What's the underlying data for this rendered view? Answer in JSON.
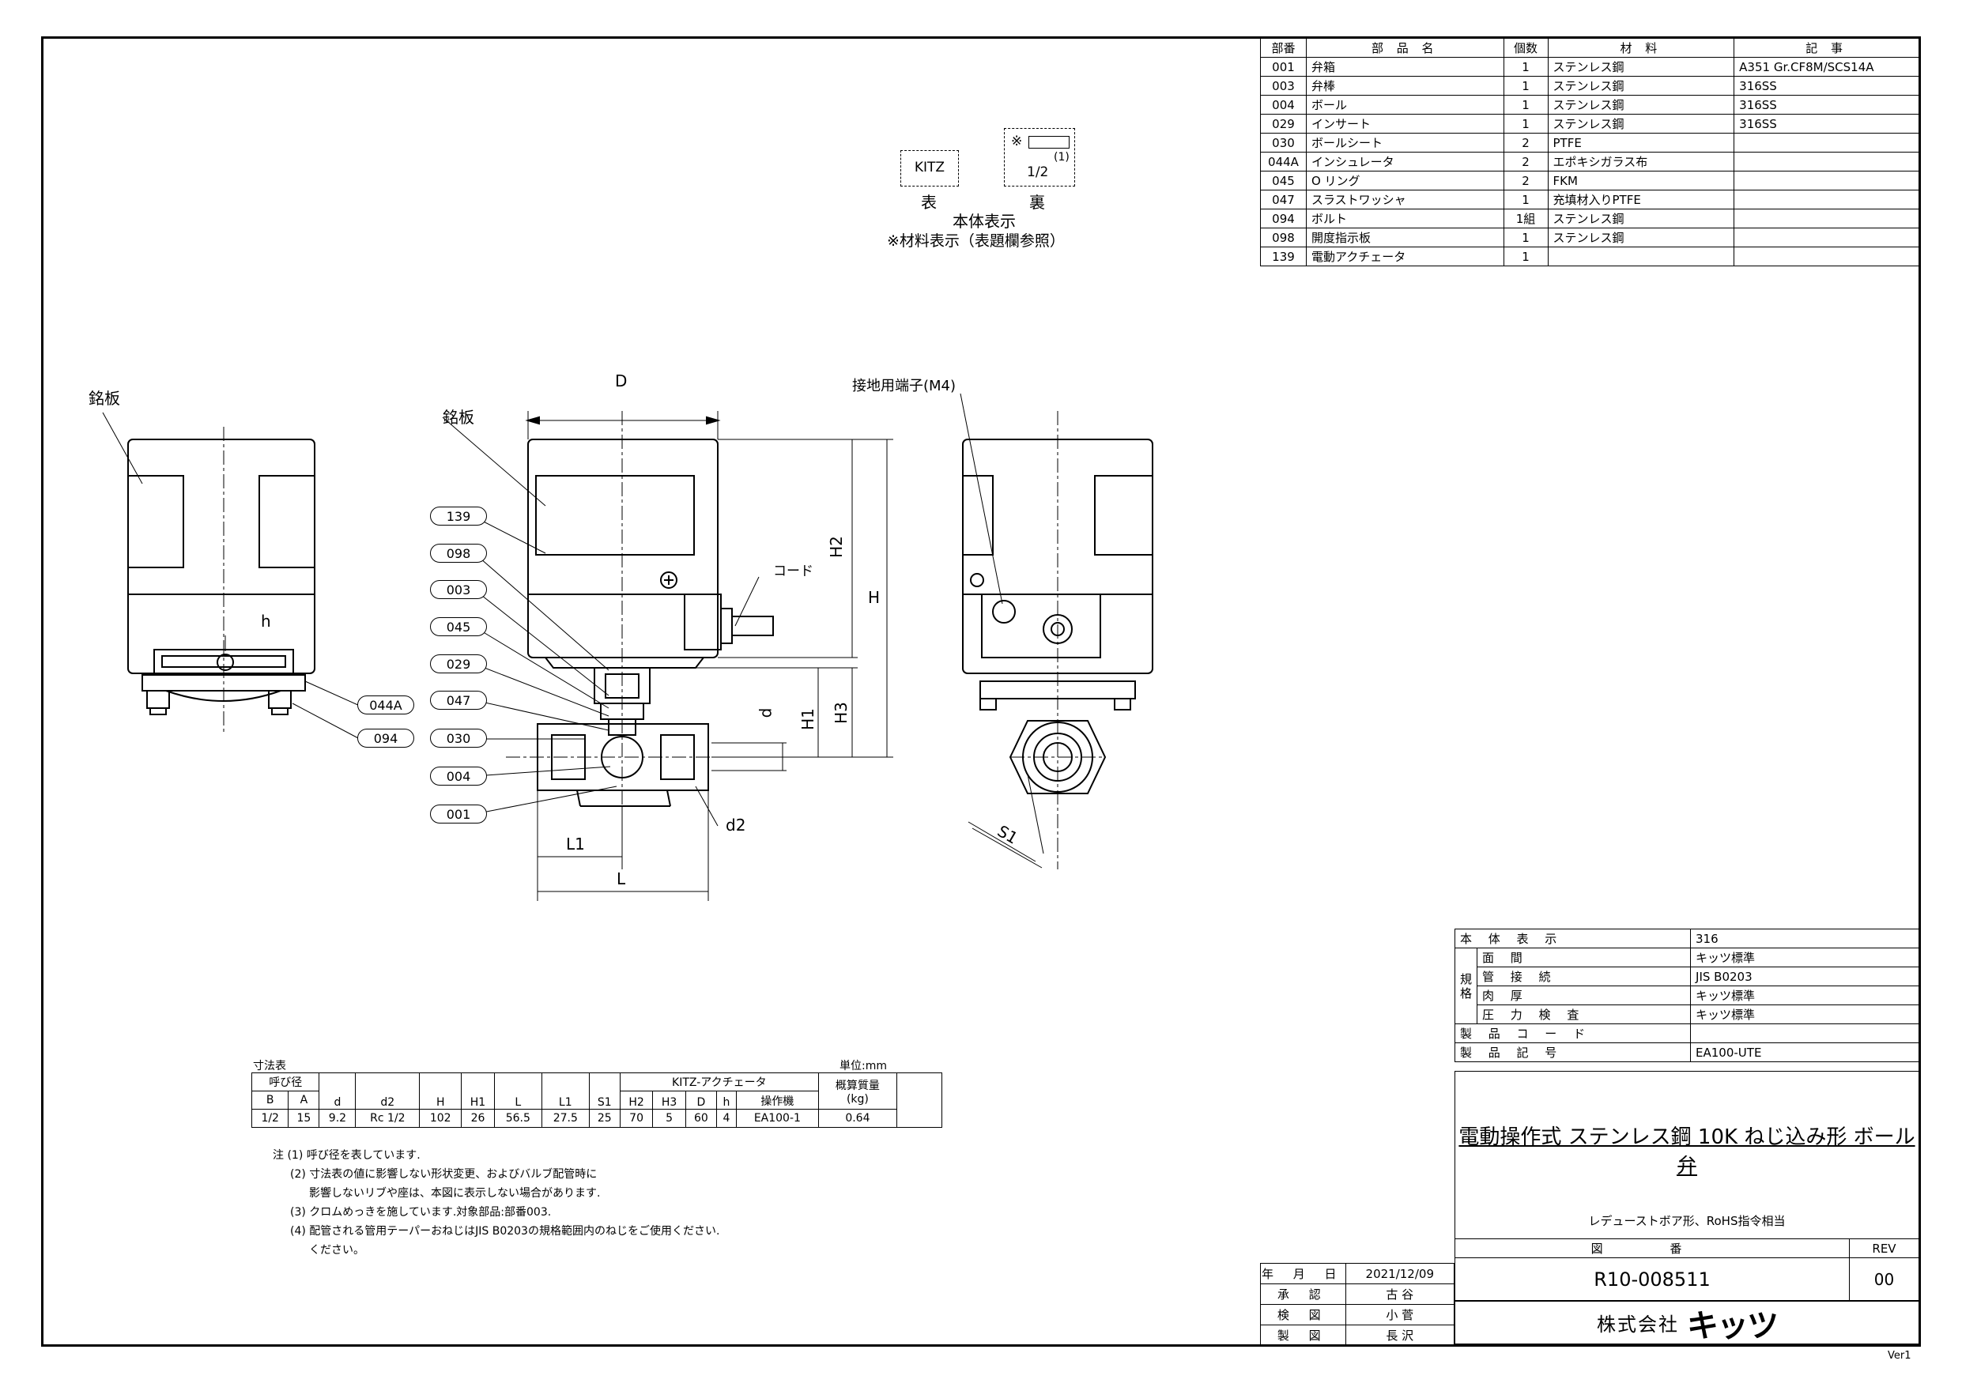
{
  "parts_table": {
    "headers": [
      "部番",
      "部 品 名",
      "個数",
      "材 料",
      "記 事"
    ],
    "rows": [
      [
        "001",
        "弁箱",
        "1",
        "ステンレス鋼",
        "A351 Gr.CF8M/SCS14A"
      ],
      [
        "003",
        "弁棒",
        "1",
        "ステンレス鋼",
        "316SS"
      ],
      [
        "004",
        "ボール",
        "1",
        "ステンレス鋼",
        "316SS"
      ],
      [
        "029",
        "インサート",
        "1",
        "ステンレス鋼",
        "316SS"
      ],
      [
        "030",
        "ボールシート",
        "2",
        "PTFE",
        ""
      ],
      [
        "044A",
        "インシュレータ",
        "2",
        "エポキシガラス布",
        ""
      ],
      [
        "045",
        "O リング",
        "2",
        "FKM",
        ""
      ],
      [
        "047",
        "スラストワッシャ",
        "1",
        "充填材入りPTFE",
        ""
      ],
      [
        "094",
        "ボルト",
        "1組",
        "ステンレス鋼",
        ""
      ],
      [
        "098",
        "開度指示板",
        "1",
        "ステンレス鋼",
        ""
      ],
      [
        "139",
        "電動アクチェータ",
        "1",
        "",
        ""
      ]
    ]
  },
  "marking": {
    "front": "KITZ",
    "back_symbol": "※",
    "back_size": "1/2",
    "back_note": "(1)",
    "front_label": "表",
    "back_label": "裏",
    "title": "本体表示",
    "note": "※材料表示（表題欄参照）"
  },
  "drawing_labels": {
    "nameplate_left": "銘板",
    "nameplate_center": "銘板",
    "ground": "接地用端子(M4)",
    "cord": "コード",
    "h": "h",
    "D": "D",
    "H": "H",
    "H1": "H1",
    "H2": "H2",
    "H3": "H3",
    "d": "d",
    "d2": "d2",
    "L": "L",
    "L1": "L1",
    "S1": "S1",
    "callouts_center": [
      "139",
      "098",
      "003",
      "045",
      "029",
      "047",
      "030",
      "004",
      "001"
    ],
    "callouts_left": [
      "044A",
      "094"
    ]
  },
  "dimension_table": {
    "caption": "寸法表",
    "unit": "単位:mm",
    "group_header": "呼び径",
    "actuator_header": "KITZ-アクチェータ",
    "weight_header": "概算質量",
    "weight_unit": "(kg)",
    "columns": [
      "B",
      "A",
      "d",
      "d2",
      "H",
      "H1",
      "L",
      "L1",
      "S1",
      "H2",
      "H3",
      "D",
      "h",
      "操作機"
    ],
    "row": [
      "1/2",
      "15",
      "9.2",
      "Rc 1/2",
      "102",
      "26",
      "56.5",
      "27.5",
      "25",
      "70",
      "5",
      "60",
      "4",
      "EA100-1",
      "0.64"
    ]
  },
  "notes": [
    "注 (1) 呼び径を表しています.",
    "(2) 寸法表の値に影響しない形状変更、およびバルブ配管時に",
    "影響しないリブや座は、本図に表示しない場合があります.",
    "(3) クロムめっきを施しています.対象部品:部番003.",
    "(4) 配管される管用テーパーおねじはJIS B0203の規格範囲内のねじをご使用ください.",
    "ください。"
  ],
  "spec_table": {
    "body_mark_label": "本 体 表 示",
    "body_mark_value": "316",
    "group_label": "規格",
    "rows": [
      [
        "面 間",
        "キッツ標準"
      ],
      [
        "管 接 続",
        "JIS B0203"
      ],
      [
        "肉 厚",
        "キッツ標準"
      ],
      [
        "圧 力 検 査",
        "キッツ標準"
      ]
    ],
    "product_code_label": "製 品 コ ー ド",
    "product_code_value": "",
    "product_symbol_label": "製 品 記 号",
    "product_symbol_value": "EA100-UTE"
  },
  "title_block": {
    "title": "電動操作式 ステンレス鋼 10K ねじ込み形 ボール弁",
    "subtitle": "レデューストボア形、RoHS指令相当",
    "drawing_no_label": "図 番",
    "drawing_no": "R10-008511",
    "rev_label": "REV",
    "rev": "00",
    "company": "株式会社",
    "logo": "キッツ",
    "version": "Ver1"
  },
  "approval": {
    "rows": [
      [
        "年 月 日",
        "2021/12/09"
      ],
      [
        "承 認",
        "古 谷"
      ],
      [
        "検 図",
        "小 菅"
      ],
      [
        "製 図",
        "長 沢"
      ]
    ]
  }
}
